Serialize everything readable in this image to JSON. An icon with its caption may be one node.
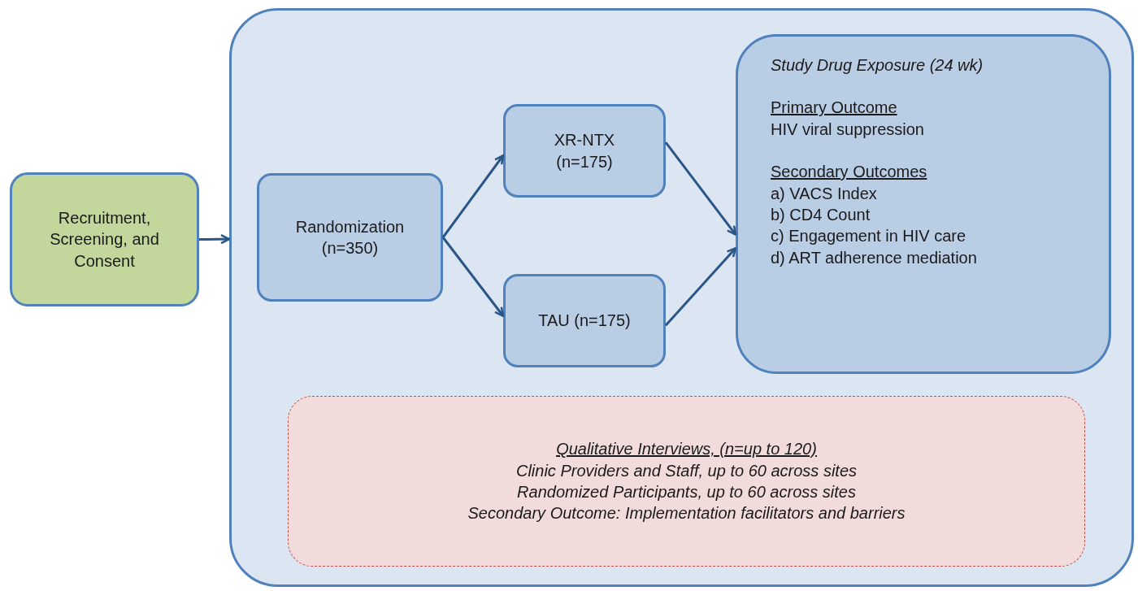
{
  "diagram": {
    "nodes": [
      {
        "text": [
          "Recruitment, Screening, and Consent"
        ]
      },
      {
        "text": [],
        "shape": "box"
      },
      {
        "text": [
          "Randomization (n=350)"
        ],
        "in": 1
      },
      {
        "text": [
          "XR-NTX (n=175)"
        ],
        "in": 1
      },
      {
        "text": [
          "TAU (n=175)"
        ],
        "in": 1
      },
      {
        "text": [
          "Study Drug Exposure (24 wk)",
          "Primary Outcome",
          "HIV viral suppression",
          "Secondary Outcomes",
          "a) VACS Index",
          "b) CD4 Count",
          "c) Engagement in HIV care",
          "d) ART adherence mediation"
        ],
        "in": 1
      },
      {
        "text": [
          "Qualitative Interviews, (n=up to 120)",
          "Clinic Providers and Staff, up to 60 across sites",
          "Randomized Participants, up to 60 across sites",
          "Secondary Outcome: Implementation facilitators and barriers"
        ],
        "in": 1
      }
    ],
    "edges": [
      {
        "from": 0,
        "to": 1,
        "arrow": "to"
      },
      {
        "from": 2,
        "to": 3,
        "arrow": "to"
      },
      {
        "from": 2,
        "to": 4,
        "arrow": "to"
      },
      {
        "from": 3,
        "to": 5,
        "arrow": "to"
      },
      {
        "from": 4,
        "to": 5,
        "arrow": "to"
      }
    ]
  }
}
